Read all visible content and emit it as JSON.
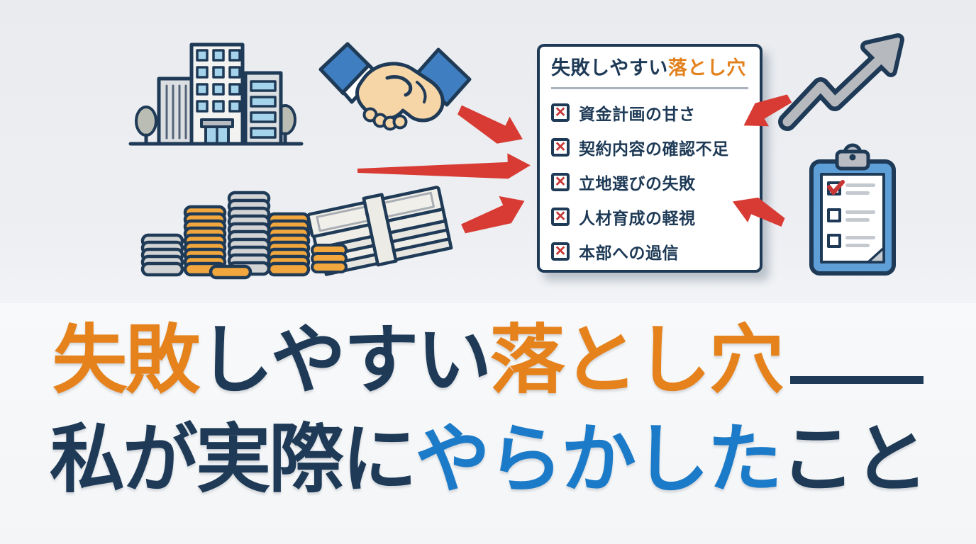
{
  "card": {
    "title_dark": "失敗しやすい",
    "title_accent": "落とし穴",
    "items": [
      "資金計画の甘さ",
      "契約内容の確認不足",
      "立地選びの失敗",
      "人材育成の軽視",
      "本部への過信"
    ]
  },
  "headline": {
    "line1_seg1": "失敗",
    "line1_seg2": "しやすい",
    "line1_seg3": "落とし穴",
    "line1_dash": "——",
    "line2_seg1": "私が実際に",
    "line2_seg2": "やらかした",
    "line2_seg3": "こと"
  },
  "icons": {
    "x_mark": "×",
    "buildings": "buildings-icon",
    "handshake": "handshake-icon",
    "coins": "coin-stacks-icon",
    "money": "banknote-stack-icon",
    "trend_up": "trend-up-arrow-icon",
    "clipboard": "clipboard-checklist-icon",
    "red_arrow": "red-arrow-icon"
  },
  "colors": {
    "navy": "#1e3a56",
    "orange": "#e5821c",
    "blue": "#1c7bc8",
    "red_arrow": "#d83b33",
    "x_red": "#c93636",
    "card_bg": "#ffffff",
    "bg_top": "#edeff3",
    "bg_bottom": "#f6f8f9"
  }
}
